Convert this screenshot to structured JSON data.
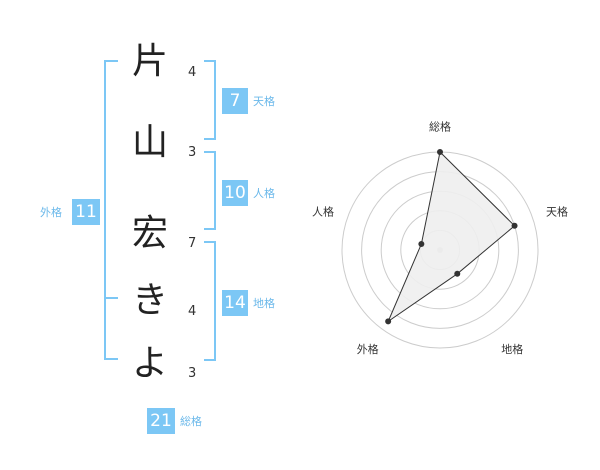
{
  "colors": {
    "accent": "#7cc7f5",
    "accent_text": "#6ab8ea",
    "grid": "#cccccc",
    "poly_fill": "#eeeeee",
    "poly_stroke": "#333333"
  },
  "name_chars": [
    {
      "char": "片",
      "strokes": "4"
    },
    {
      "char": "山",
      "strokes": "3"
    },
    {
      "char": "宏",
      "strokes": "7"
    },
    {
      "char": "き",
      "strokes": "4"
    },
    {
      "char": "よ",
      "strokes": "3"
    }
  ],
  "fortunes": {
    "tenkaku": {
      "value": "7",
      "label": "天格"
    },
    "jinkaku": {
      "value": "10",
      "label": "人格"
    },
    "chikaku": {
      "value": "14",
      "label": "地格"
    },
    "gaikaku": {
      "value": "11",
      "label": "外格"
    },
    "soukaku": {
      "value": "21",
      "label": "総格"
    }
  },
  "chart_data": {
    "type": "radar",
    "axes": [
      "総格",
      "天格",
      "地格",
      "外格",
      "人格"
    ],
    "rings": 5,
    "max": 5,
    "values": [
      5,
      4,
      1.5,
      4.5,
      1
    ]
  }
}
